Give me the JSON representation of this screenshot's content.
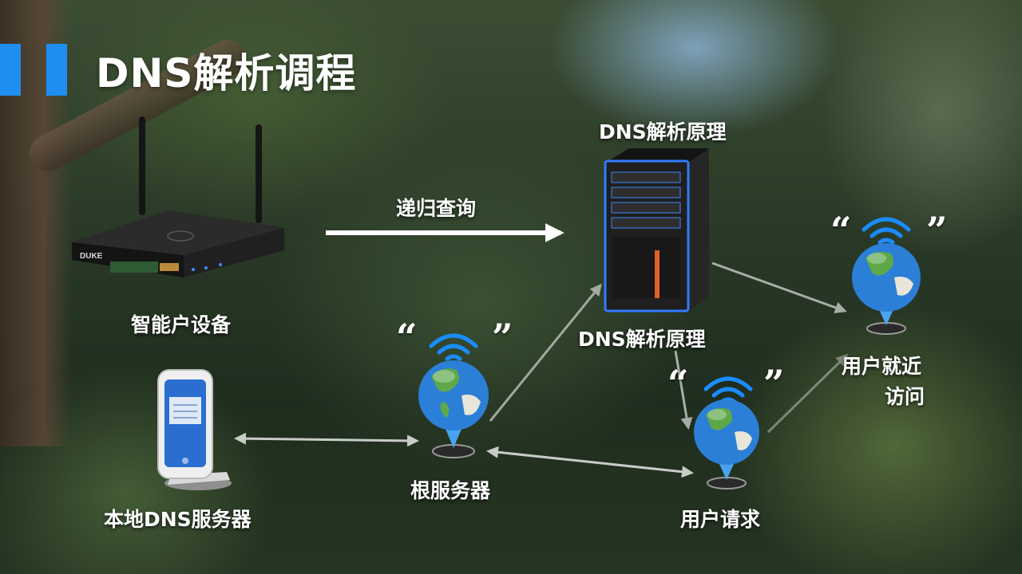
{
  "title": "DNS解析调程",
  "labels": {
    "device": "智能户设备",
    "recursive": "递归查询",
    "server_top": "DNS解析原理",
    "server_bottom": "DNS解析原理",
    "local_dns": "本地DNS服务器",
    "root": "根服务器",
    "user_request": "用户请求",
    "nearby_line1": "用户就近",
    "nearby_line2": "访问"
  },
  "router_brand": "DUKE",
  "quotes": {
    "open": "“",
    "close": "”"
  },
  "icons": {
    "router": "wifi-router-icon",
    "server": "server-tower-icon",
    "terminal": "kiosk-terminal-icon",
    "globe": "globe-wifi-pin-icon"
  },
  "colors": {
    "accent": "#1e8ef0",
    "text": "#ffffff",
    "connector": "#c8ccc8",
    "server_glow": "#2f7cff",
    "server_stripe": "#e0602a",
    "ocean": "#2c7fd6",
    "land": "#5ea84a"
  }
}
